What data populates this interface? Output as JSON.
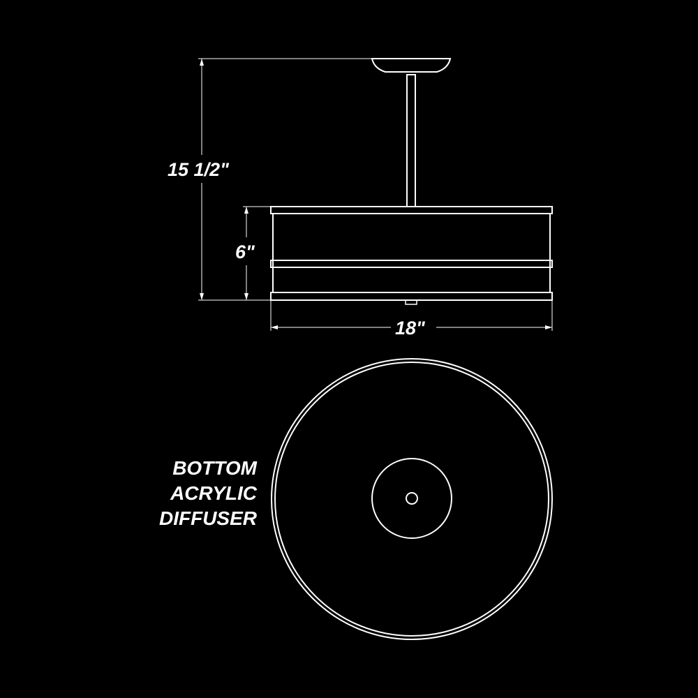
{
  "dimensions": {
    "overall_height": "15 1/2\"",
    "shade_height": "6\"",
    "width": "18\""
  },
  "bottom_view_label": {
    "line1": "BOTTOM",
    "line2": "ACRYLIC",
    "line3": "DIFFUSER"
  },
  "colors": {
    "background": "#000000",
    "line": "#ffffff"
  }
}
